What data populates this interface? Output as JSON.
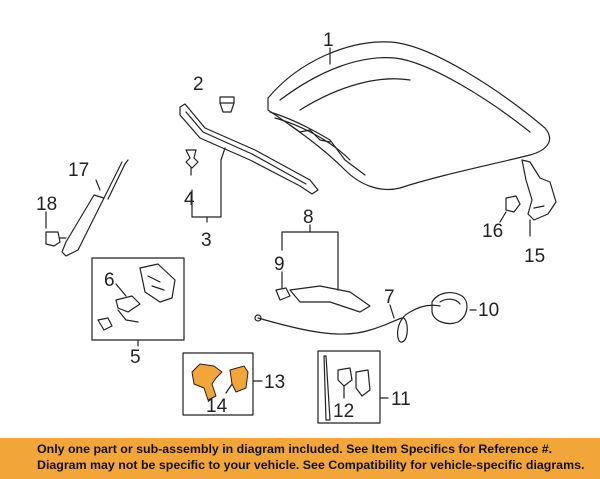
{
  "diagram": {
    "callouts": {
      "hood": "1",
      "clip_top": "2",
      "seal": "3",
      "clip_left": "4",
      "bracket_box": "5",
      "bracket_part": "6",
      "cable": "7",
      "release_group": "8",
      "grommet": "9",
      "release_handle": "10",
      "hinge_box": "11",
      "hinge_part": "12",
      "latch_box": "13",
      "latch_part": "14",
      "striker": "15",
      "bumper": "16",
      "support_strut": "17",
      "stud": "18"
    },
    "colors": {
      "line": "#222222",
      "highlight_part": "#f2a63a",
      "footer_bg": "#f2a63a"
    }
  },
  "footer": {
    "line1": "Only one part or sub-assembly in diagram included. See Item Specifics for Reference #.",
    "line2": "Diagram may not be specific to your vehicle. See Compatibility for vehicle-specific diagrams."
  }
}
